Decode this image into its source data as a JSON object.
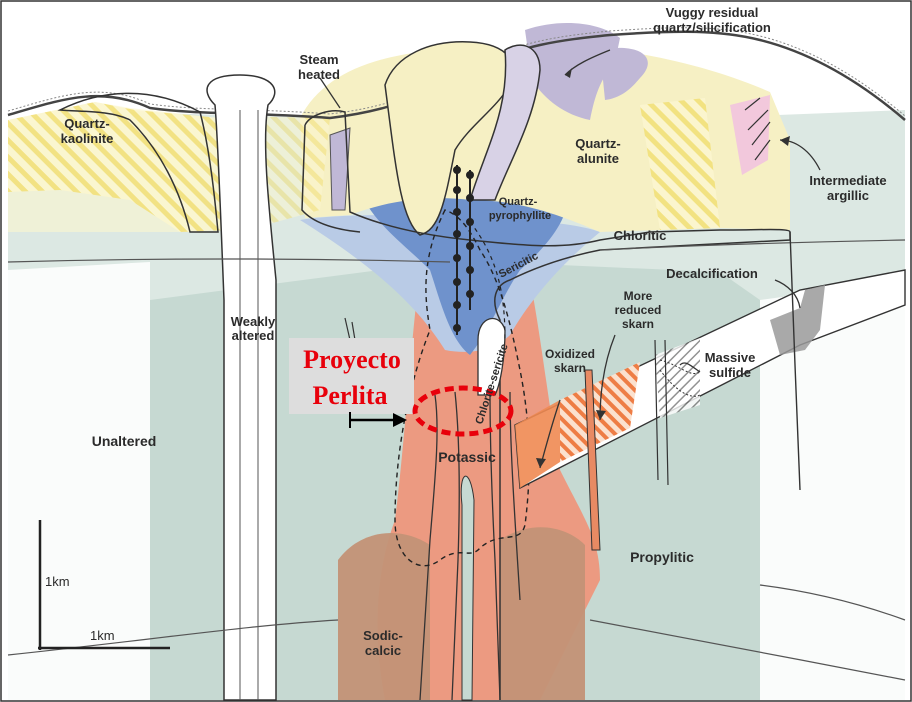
{
  "colors": {
    "unaltered": "#ffffff",
    "propylitic": "#c5d8d1",
    "chloritic": "#dbe7e2",
    "potassic": "#ef957a",
    "sodic_calcic": "#c39276",
    "quartz_alunite": "#f6f0c4",
    "quartz_pyrophyllite": "#6f92cc",
    "sericitic": "#b9cbe6",
    "vuggy": "#c0b8d6",
    "skarn_oxidized": "#ef8a52",
    "highlight": "#e8000b",
    "lines": "#222222"
  },
  "labels": {
    "vuggy_line1": "Vuggy residual",
    "vuggy_line2": "quartz/silicification",
    "steam_line1": "Steam",
    "steam_line2": "heated",
    "qk_line1": "Quartz-",
    "qk_line2": "kaolinite",
    "qa_line1": "Quartz-",
    "qa_line2": "alunite",
    "qp_line1": "Quartz-",
    "qp_line2": "pyrophyllite",
    "chloritic": "Chloritic",
    "sericitic": "Sericitic",
    "ia_line1": "Intermediate",
    "ia_line2": "argillic",
    "decalcification": "Decalcification",
    "mrs_line1": "More",
    "mrs_line2": "reduced",
    "mrs_line3": "skarn",
    "ms_line1": "Massive",
    "ms_line2": "sulfide",
    "os_line1": "Oxidized",
    "os_line2": "skarn",
    "chlorite_sericite": "Chlorite-sericite",
    "wa_line1": "Weakly",
    "wa_line2": "altered",
    "unaltered": "Unaltered",
    "potassic": "Potassic",
    "propylitic": "Propylitic",
    "sc_line1": "Sodic-",
    "sc_line2": "calcic",
    "scale_v": "1km",
    "scale_h": "1km"
  },
  "project": {
    "line1": "Proyecto",
    "line2": "Perlita"
  }
}
